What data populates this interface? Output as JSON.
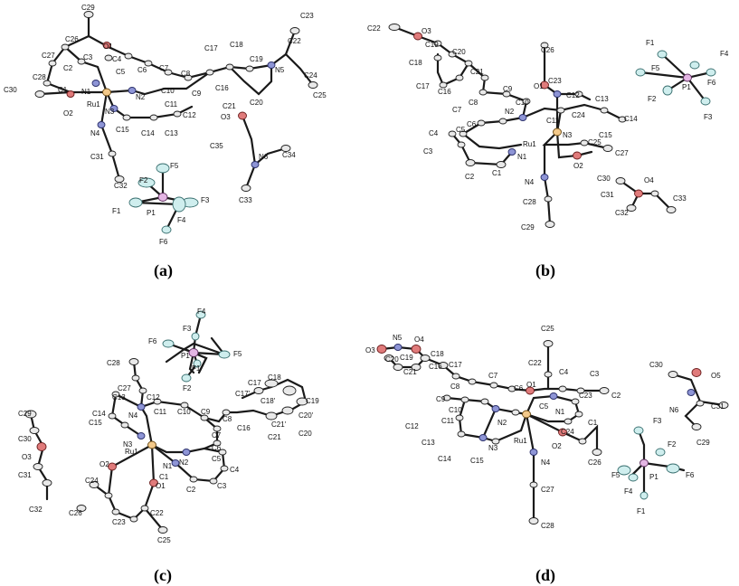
{
  "panels": [
    {
      "caption": "(a)",
      "labels": [
        "C29",
        "C26",
        "O1",
        "C27",
        "C3",
        "C4",
        "C2",
        "C5",
        "C6",
        "C7",
        "C8",
        "C17",
        "C18",
        "C19",
        "N5",
        "C22",
        "C23",
        "C24",
        "C25",
        "C30",
        "C28",
        "C1",
        "N1",
        "Ru1",
        "N2",
        "C10",
        "C9",
        "C16",
        "C20",
        "C21",
        "O2",
        "N3",
        "C11",
        "C12",
        "C15",
        "C14",
        "C13",
        "N4",
        "O3",
        "C35",
        "N6",
        "C34",
        "C31",
        "C33",
        "C32",
        "F2",
        "F5",
        "F3",
        "F1",
        "P1",
        "F4",
        "F6"
      ]
    },
    {
      "caption": "(b)",
      "labels": [
        "C22",
        "O3",
        "C19",
        "C20",
        "C18",
        "C21",
        "C17",
        "C16",
        "C26",
        "F1",
        "F4",
        "F5",
        "P1",
        "F6",
        "F2",
        "F3",
        "C8",
        "C9",
        "C7",
        "C10",
        "O1",
        "C23",
        "C12",
        "C13",
        "C14",
        "C11",
        "C24",
        "C6",
        "N2",
        "C5",
        "N3",
        "C15",
        "C4",
        "Ru1",
        "C25",
        "C27",
        "N1",
        "C3",
        "O2",
        "C1",
        "C2",
        "C30",
        "O4",
        "N4",
        "C31",
        "C33",
        "C32",
        "C28",
        "C29"
      ]
    },
    {
      "caption": "(c)",
      "labels": [
        "F4",
        "F3",
        "F6",
        "P1",
        "F5",
        "F1",
        "F2",
        "C28",
        "C27",
        "C17",
        "C18",
        "C13",
        "C12",
        "C17'",
        "C18'",
        "C19",
        "C14",
        "N4",
        "C11",
        "C10",
        "C9",
        "C8",
        "C16",
        "C21'",
        "C20'",
        "N3",
        "Ru1",
        "N2",
        "C7",
        "C21",
        "C20",
        "C15",
        "C6",
        "C29",
        "O2",
        "N1",
        "C5",
        "C30",
        "C1",
        "C4",
        "C24",
        "O1",
        "C2",
        "O3",
        "C3",
        "C31",
        "C22",
        "C26",
        "C23",
        "C32",
        "C25"
      ]
    },
    {
      "caption": "(d)",
      "labels": [
        "O3",
        "N5",
        "O4",
        "C25",
        "C19",
        "C18",
        "C20",
        "C21",
        "C16",
        "C17",
        "C7",
        "C22",
        "C4",
        "C3",
        "C30",
        "O5",
        "C8",
        "C6",
        "O1",
        "C5",
        "C23",
        "C2",
        "C9",
        "C10",
        "N2",
        "N1",
        "N6",
        "C31",
        "C11",
        "C12",
        "N3",
        "Ru1",
        "C24",
        "C1",
        "C29",
        "C13",
        "O2",
        "C26",
        "F3",
        "C14",
        "C15",
        "F2",
        "N4",
        "F5",
        "F6",
        "C27",
        "P1",
        "F4",
        "F1",
        "C28"
      ]
    }
  ]
}
